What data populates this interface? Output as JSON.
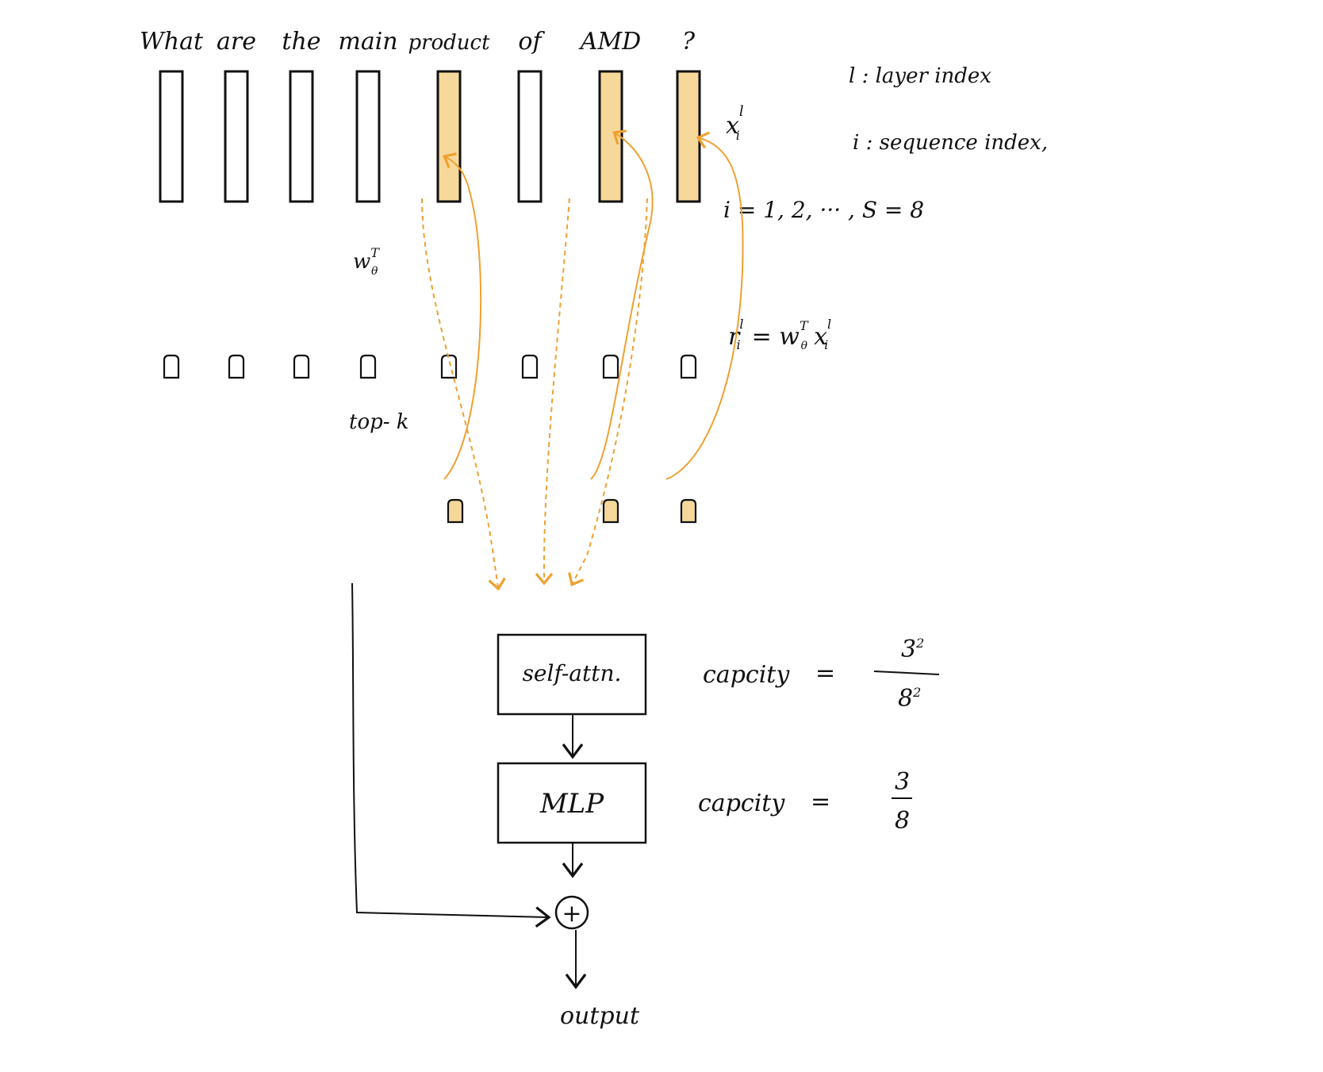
{
  "tokens": [
    "What",
    "are",
    "the",
    "main",
    "product",
    "of",
    "AMD",
    "?"
  ],
  "selected_token_indices": [
    4,
    6,
    7
  ],
  "colors": {
    "highlight_fill": "#F6D89A",
    "arrow": "#F0A030",
    "ink": "#111111"
  },
  "notes": {
    "x_symbol": "x",
    "x_sup": "l",
    "x_sub": "i",
    "layer_note": "l : layer index",
    "seq_note": "i : sequence index,",
    "range_note": "i = 1, 2, ··· , S = 8",
    "w_label": "w",
    "w_sup": "T",
    "w_sub": "θ",
    "r_formula": "r",
    "r_sup": "l",
    "r_sub": "i",
    "r_eq": "= w",
    "r_eq_sup": "T",
    "r_eq_sub": "θ",
    "r_x": "x",
    "r_x_sup": "l",
    "r_x_sub": "i",
    "topk_label": "top- k"
  },
  "blocks": {
    "attn_label": "self-attn.",
    "mlp_label": "MLP",
    "plus_symbol": "+",
    "output_label": "output"
  },
  "capacity": {
    "label": "capcity",
    "eq": "=",
    "attn_num": "3",
    "attn_num_exp": "2",
    "attn_den": "8",
    "attn_den_exp": "2",
    "mlp_num": "3",
    "mlp_den": "8"
  }
}
